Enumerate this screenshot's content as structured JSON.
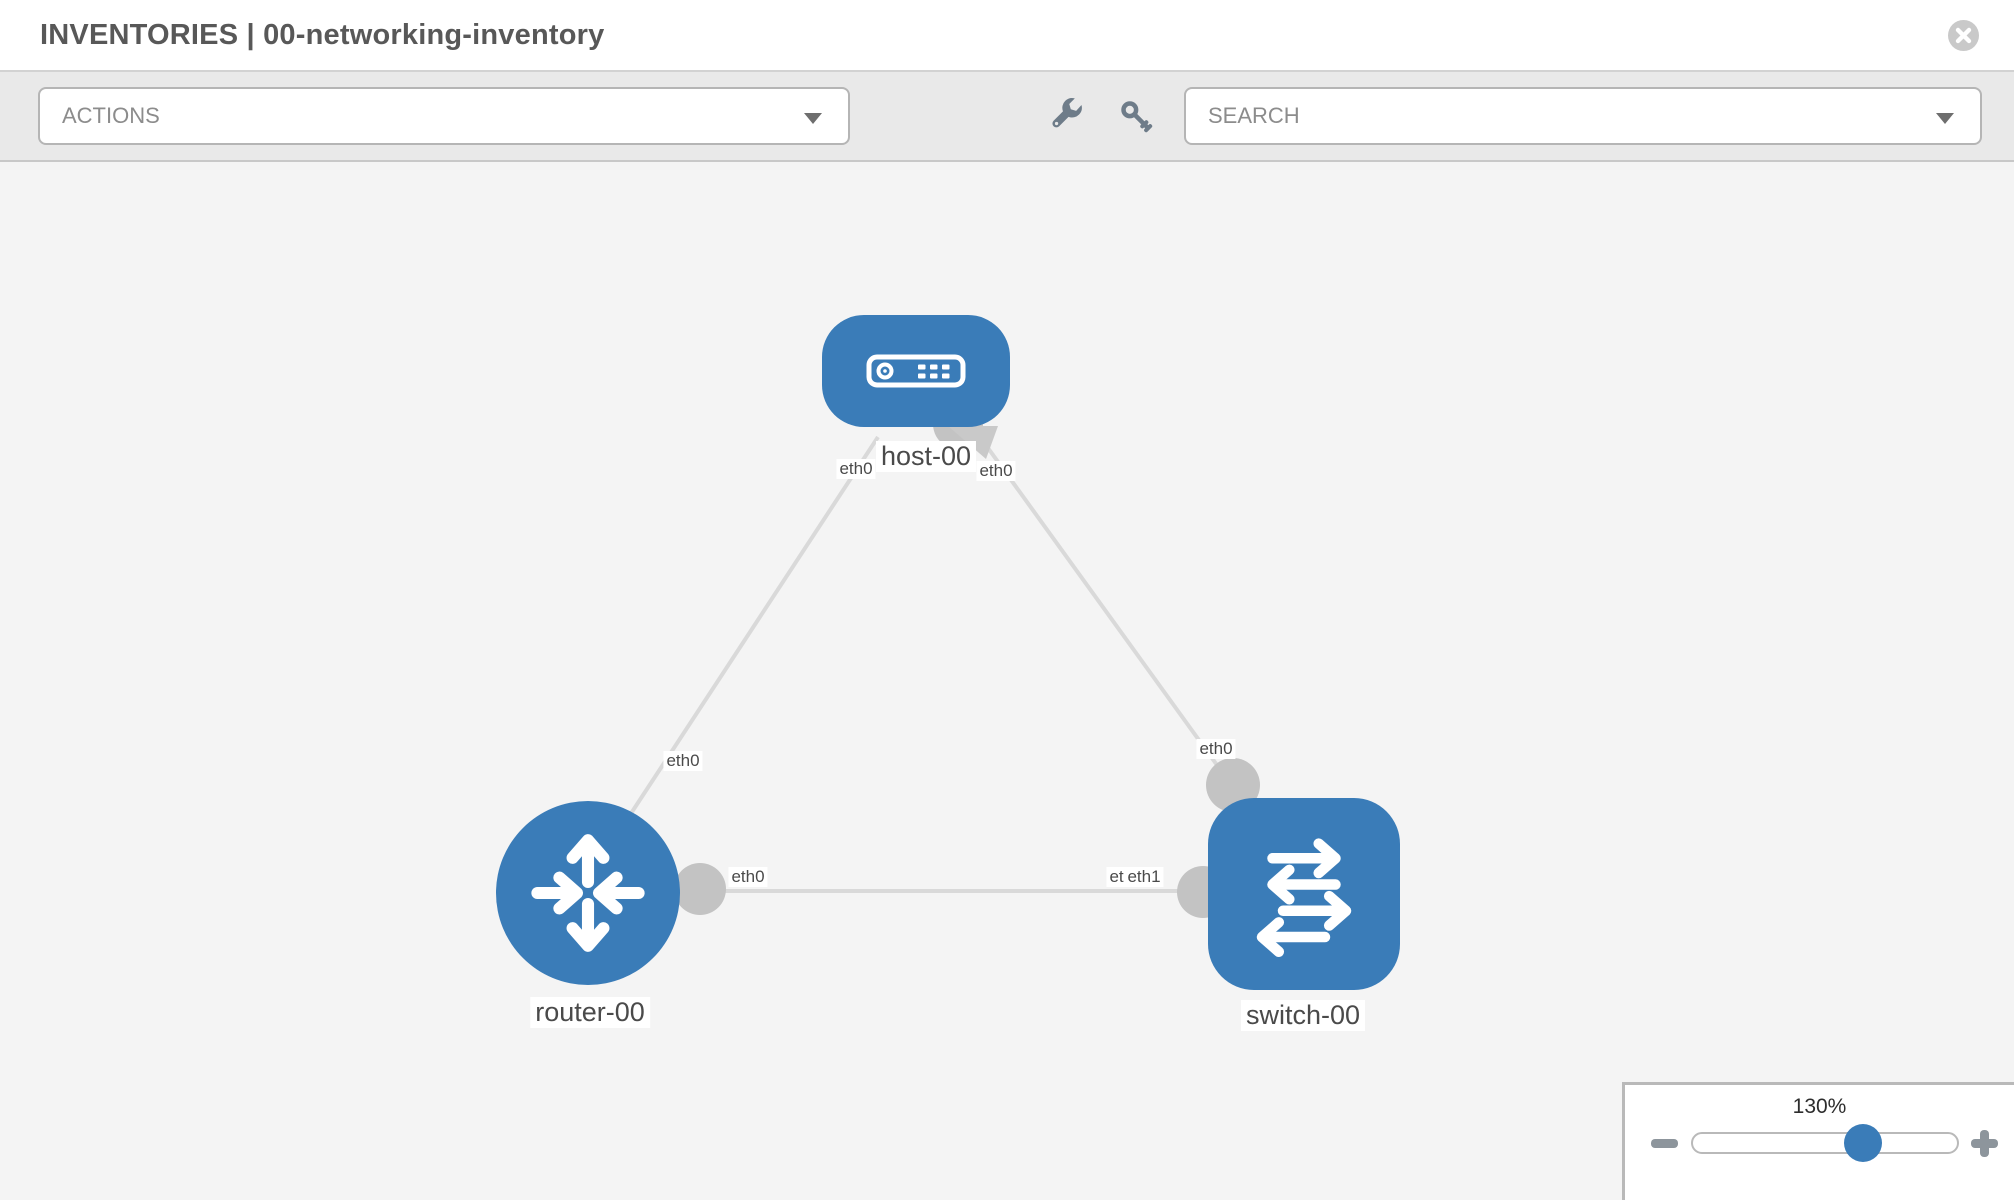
{
  "header": {
    "title": "INVENTORIES | 00-networking-inventory",
    "close_icon": "close-icon"
  },
  "toolbar": {
    "actions_dropdown": {
      "label": "ACTIONS"
    },
    "tools_icon": "wrench-icon",
    "credentials_icon": "key-icon",
    "search_dropdown": {
      "label": "SEARCH"
    }
  },
  "canvas": {
    "nodes": [
      {
        "name": "host-00",
        "type": "host"
      },
      {
        "name": "router-00",
        "type": "router"
      },
      {
        "name": "switch-00",
        "type": "switch"
      }
    ],
    "links": [
      {
        "from": "host-00",
        "from_interface": "eth0",
        "to": "router-00",
        "to_interface": "eth0"
      },
      {
        "from": "host-00",
        "from_interface": "eth0",
        "to": "switch-00",
        "to_interface": "eth0"
      },
      {
        "from": "router-00",
        "from_interface": "eth0",
        "to": "switch-00",
        "to_interface": "eth1",
        "to_interface_overlapped": "eth0"
      }
    ]
  },
  "zoom_control": {
    "level": "130%"
  },
  "colors": {
    "node_blue": "#3a7cb8",
    "link_gray": "#d9d9d9",
    "connector_gray": "#c3c3c3",
    "canvas_bg": "#f4f4f4",
    "toolbar_bg": "#e9e9e9"
  }
}
